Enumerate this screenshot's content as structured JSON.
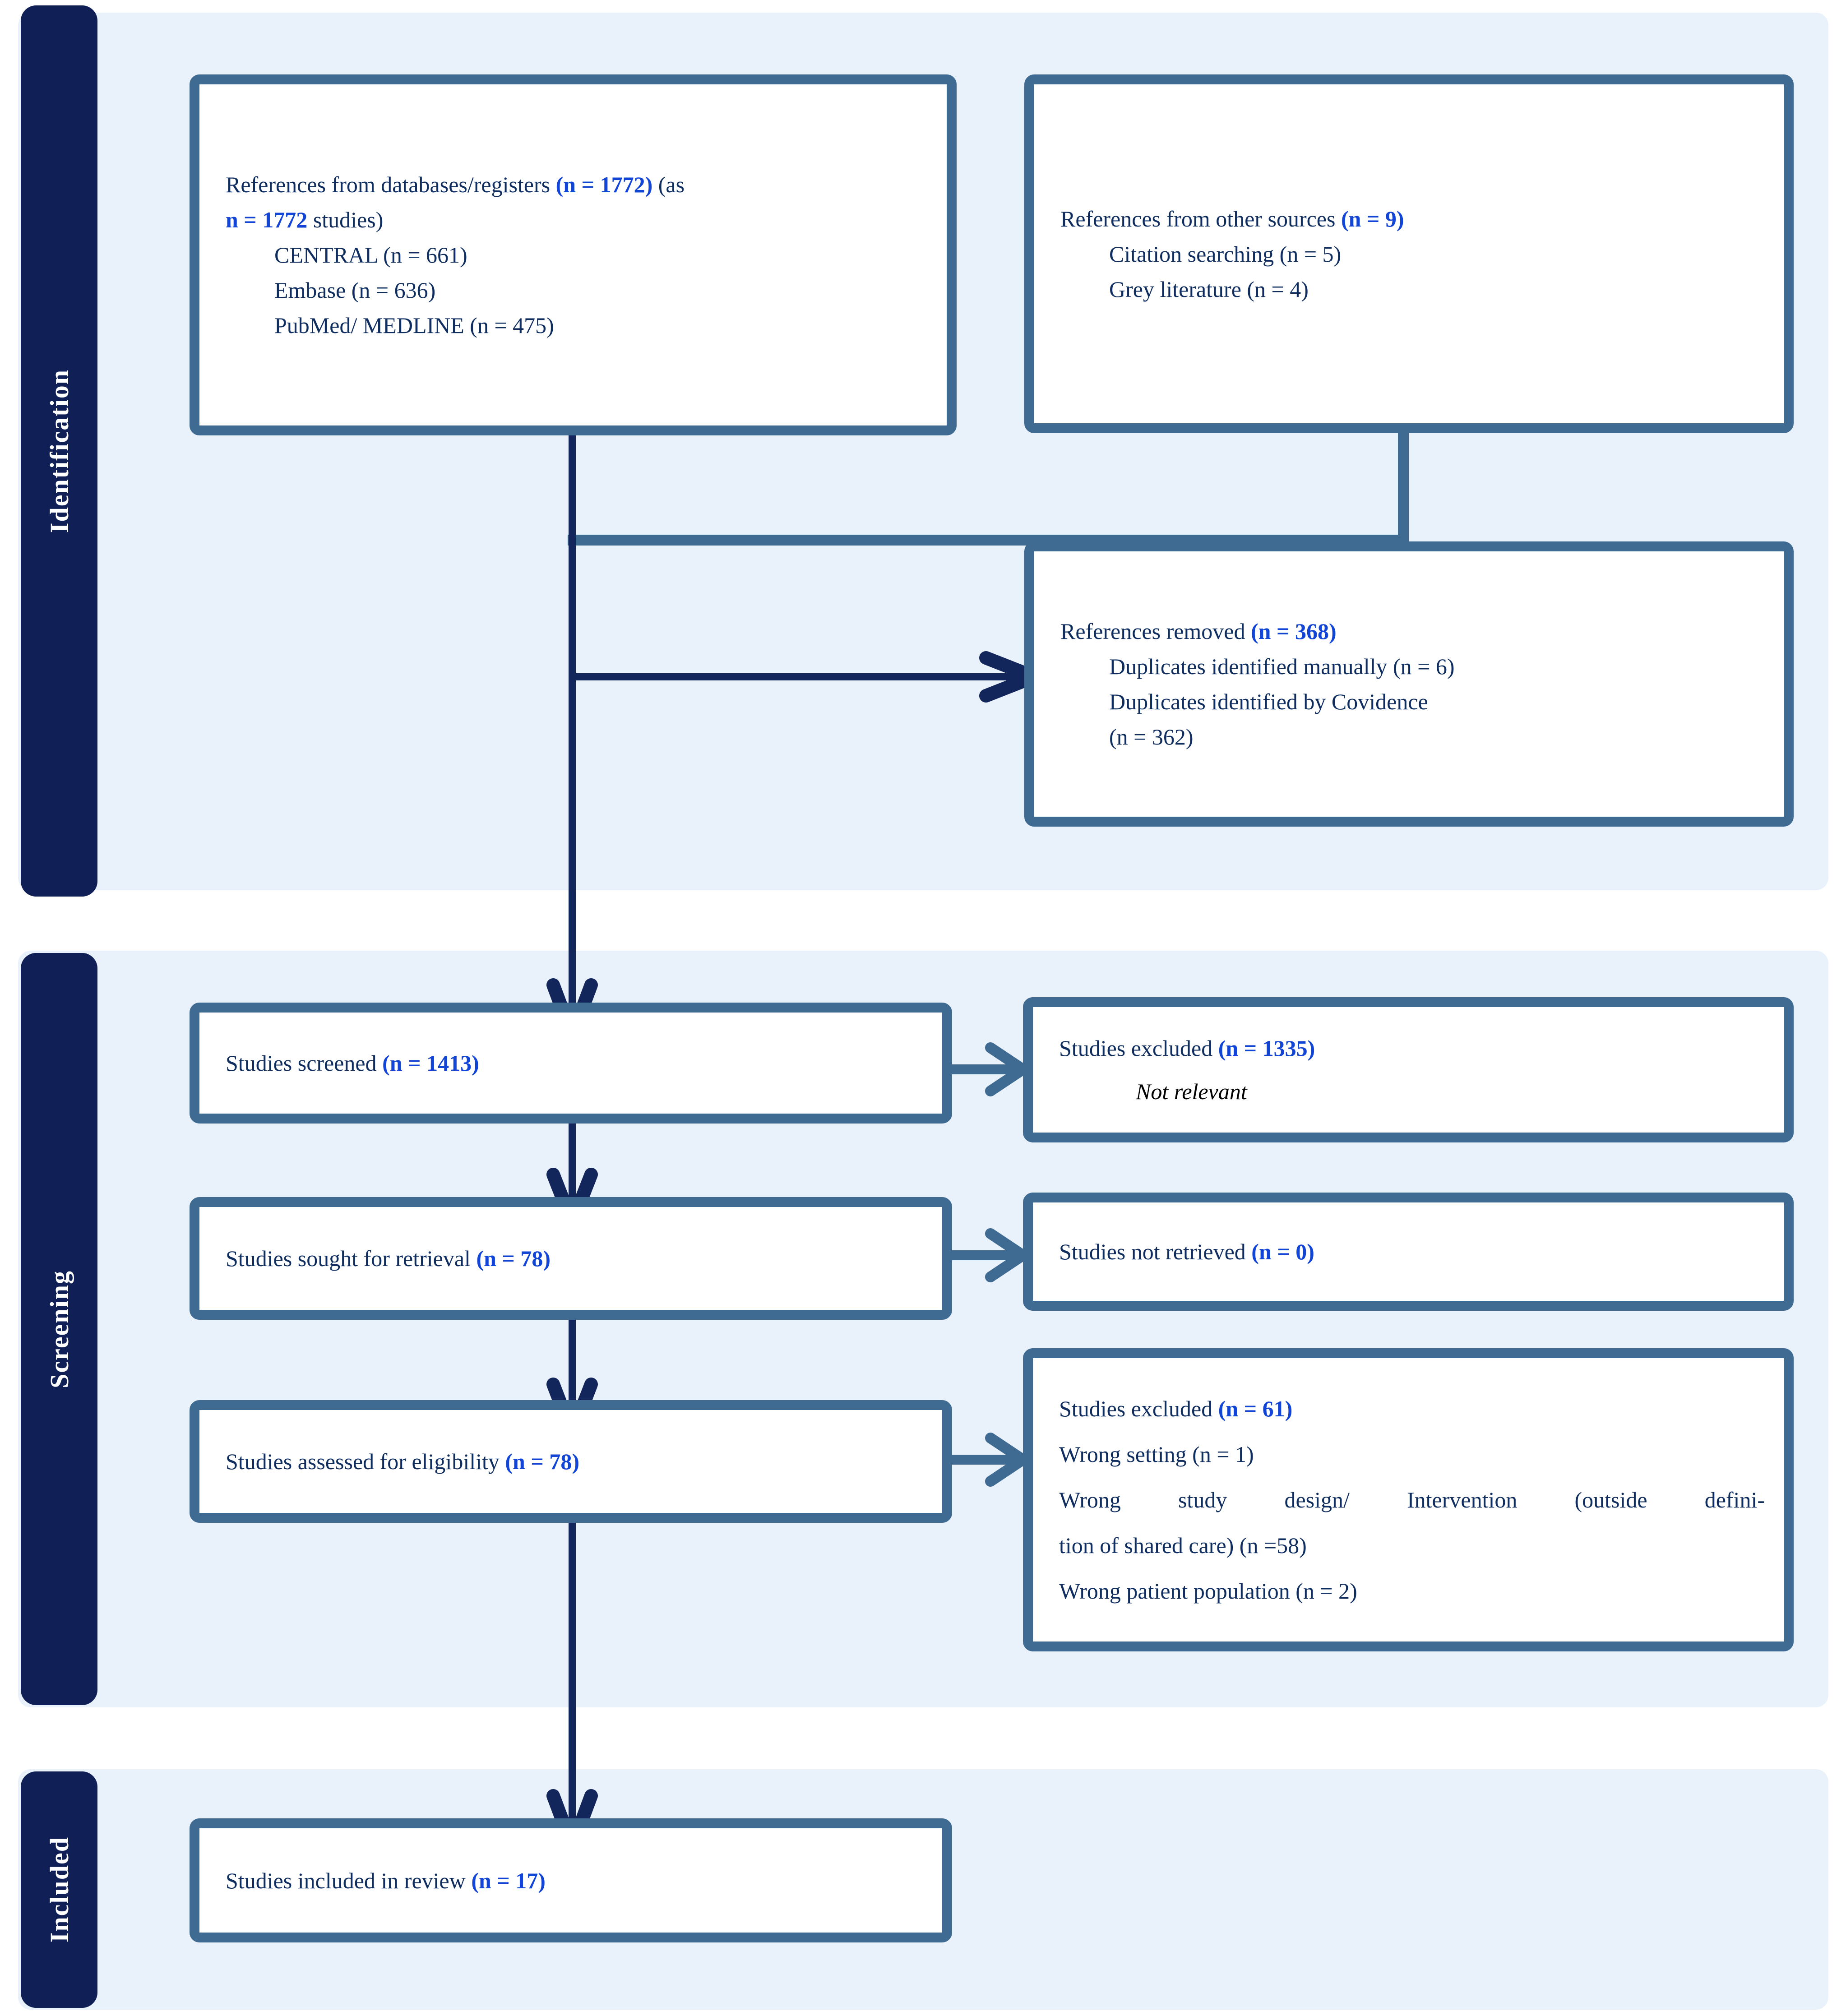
{
  "title": "PRISMA study flow diagram",
  "colors": {
    "panel_bg": "#e9f1fb",
    "sidebar_bg": "#101f56",
    "box_border": "#3f6b93",
    "text_navy": "#0f2d5f",
    "highlight_blue": "#1245d6",
    "arrow_navy": "#13265c",
    "not_relevant_black": "#000000"
  },
  "sidebar": {
    "identification": "Identification",
    "screening": "Screening",
    "included": "Included"
  },
  "boxes": {
    "databases": {
      "l1_pre": "References from databases/registers ",
      "l1_num": "(n = 1772)",
      "l1_post": " (as",
      "l2_num": "n = 1772",
      "l2_post": " studies)",
      "item1": "CENTRAL (n = 661)",
      "item2": "Embase (n = 636)",
      "item3": "PubMed/ MEDLINE (n = 475)"
    },
    "other_sources": {
      "l1_pre": "References from other sources ",
      "l1_num": "(n = 9)",
      "item1": "Citation searching (n = 5)",
      "item2": "Grey literature (n = 4)"
    },
    "references_removed": {
      "l1_pre": "References removed ",
      "l1_num": "(n = 368)",
      "item1": "Duplicates identified manually (n = 6)",
      "item2": "Duplicates identified by Covidence",
      "item3": "(n = 362)"
    },
    "screened": {
      "pre": "Studies screened ",
      "num": "(n = 1413)"
    },
    "excluded_screening": {
      "l1_pre": "Studies excluded ",
      "l1_num": "(n = 1335)",
      "reason": "Not relevant"
    },
    "sought": {
      "pre": "Studies sought for retrieval ",
      "num": "(n = 78)"
    },
    "not_retrieved": {
      "pre": "Studies not retrieved ",
      "num": "(n = 0)"
    },
    "assessed": {
      "pre": "Studies assessed for eligibility ",
      "num": "(n = 78)"
    },
    "excluded_eligibility": {
      "l1_pre": "Studies excluded ",
      "l1_num": "(n = 61)",
      "reason1": "Wrong setting (n = 1)",
      "reason2a": "Wrong study design/ Intervention (outside defini-",
      "reason2b": "tion of shared care) (n =58)",
      "reason3": "Wrong patient population (n = 2)"
    },
    "included": {
      "pre": "Studies included in review ",
      "num": "(n = 17)"
    }
  }
}
